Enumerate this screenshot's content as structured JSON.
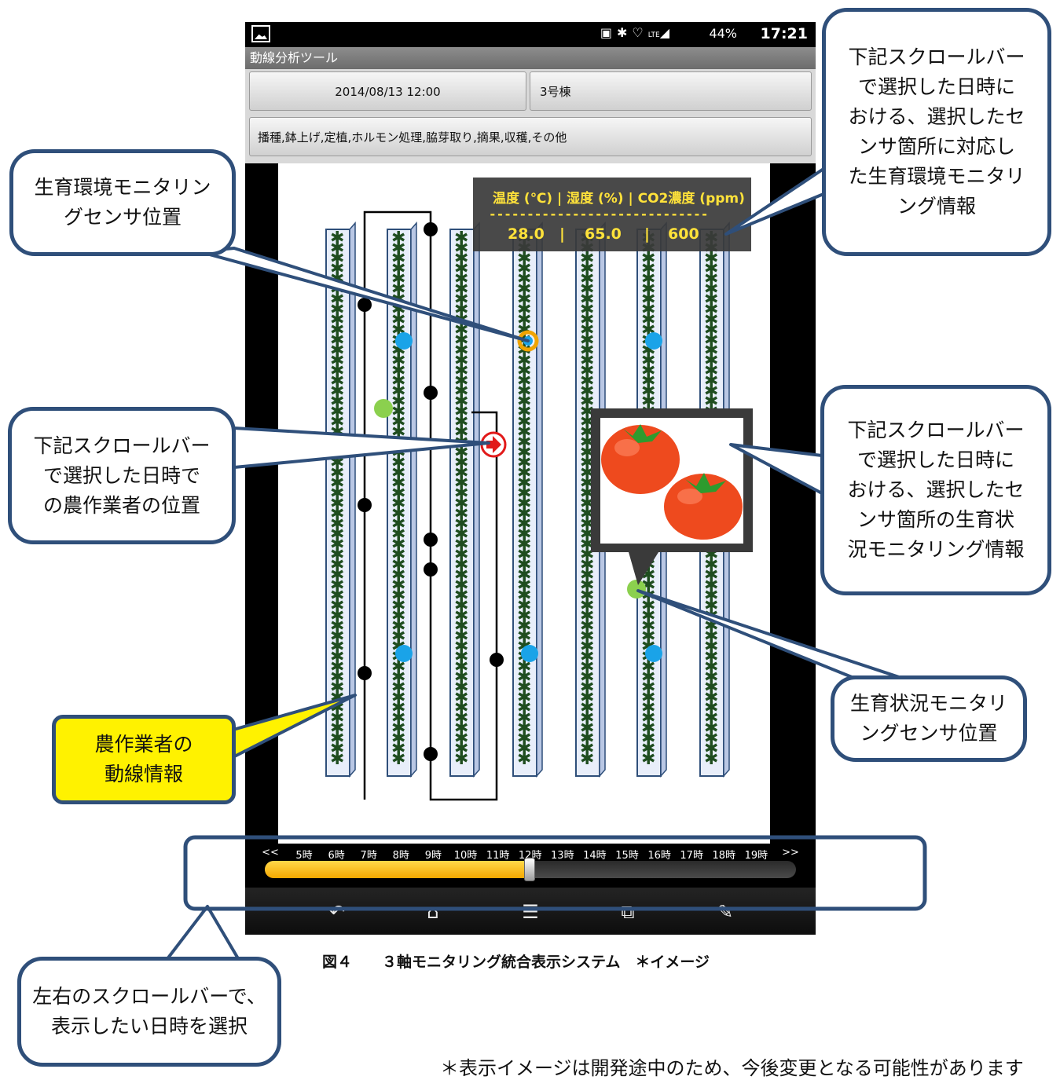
{
  "status_bar": {
    "battery": "44%",
    "time": "17:21",
    "network": "LTE"
  },
  "app": {
    "title": "動線分析ツール"
  },
  "header": {
    "date_button": "2014/08/13 12:00",
    "house_button": "3号棟",
    "tasks_button": "播種,鉢上げ,定植,ホルモン処理,脇芽取り,摘果,収穫,その他"
  },
  "sensor_panel": {
    "header": "温度 (℃) | 湿度 (%) | CO2濃度 (ppm)",
    "dashes": "-----------------------------",
    "temperature": "28.0",
    "humidity": "65.0",
    "co2": "600",
    "sep": "|"
  },
  "timeline": {
    "prev": "<<",
    "next": ">>",
    "hours": [
      "5時",
      "6時",
      "7時",
      "8時",
      "9時",
      "10時",
      "11時",
      "12時",
      "13時",
      "14時",
      "15時",
      "16時",
      "17時",
      "18時",
      "19時"
    ],
    "selected_hour": "12時",
    "position": 0.5
  },
  "nav": {
    "icons": [
      "back-icon",
      "home-icon",
      "menu-icon",
      "recent-apps-icon",
      "edit-icon"
    ]
  },
  "callouts": {
    "env_sensor": [
      "生育環境モニタリン",
      "グセンサ位置"
    ],
    "env_info": [
      "下記スクロールバー",
      "で選択した日時に",
      "おける、選択したセ",
      "ンサ箇所に対応し",
      "た生育環境モニタリ",
      "ング情報"
    ],
    "worker_pos": [
      "下記スクロールバー",
      "で選択した日時で",
      "の農作業者の位置"
    ],
    "growth_info": [
      "下記スクロールバー",
      "で選択した日時に",
      "おける、選択したセ",
      "ンサ箇所の生育状",
      "況モニタリング情報"
    ],
    "growth_sensor": [
      "生育状況モニタリ",
      "ングセンサ位置"
    ],
    "route": [
      "農作業者の",
      "動線情報"
    ],
    "scroll": [
      "左右のスクロールバーで、",
      "表示したい日時を選択"
    ]
  },
  "caption": "図４　　３軸モニタリング統合表示システム　＊イメージ",
  "footnote": "＊表示イメージは開発途中のため、今後変更となる可能性があります",
  "colors": {
    "callout_border": "#2f4f7a",
    "yellow_callout": "#fff200",
    "slider_fill": "#f5a800",
    "sensor_blue": "#1aa3e8",
    "sensor_green": "#8bd04e",
    "worker_red": "#e21a1a"
  }
}
